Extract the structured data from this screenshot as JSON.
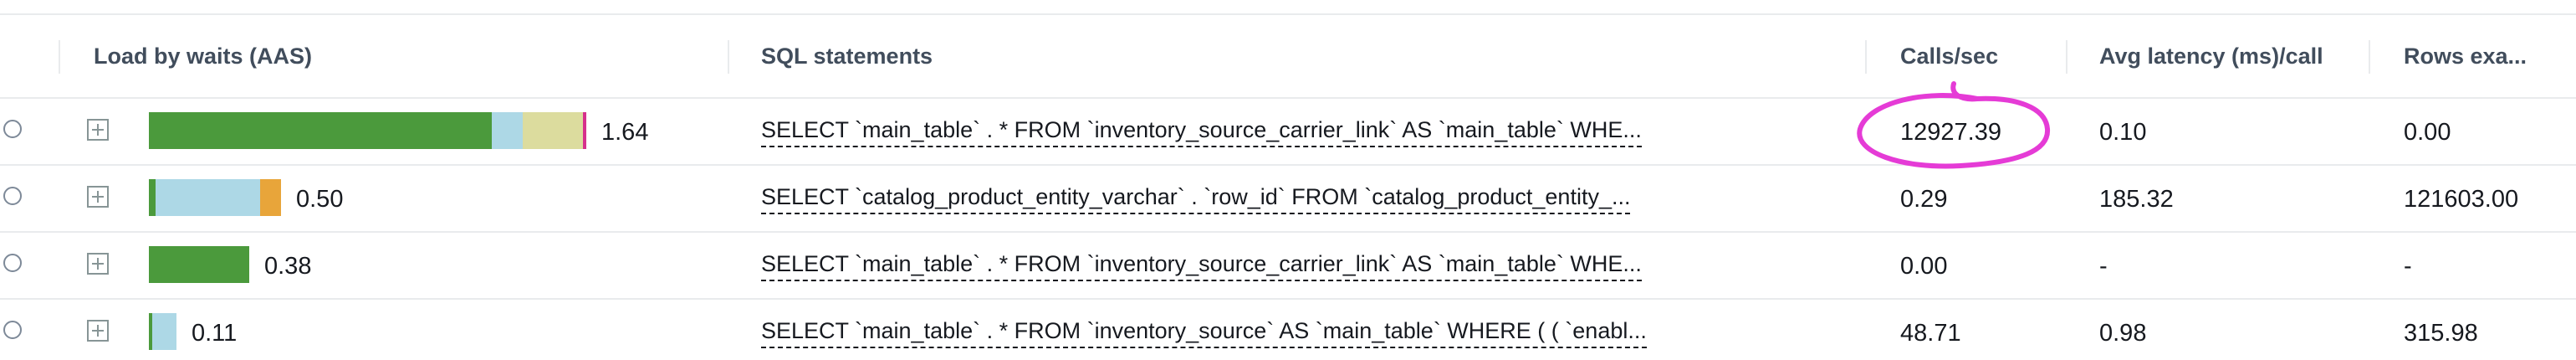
{
  "columns": {
    "load": "Load by waits (AAS)",
    "sql": "SQL statements",
    "calls": "Calls/sec",
    "latency": "Avg latency (ms)/call",
    "rows": "Rows exa..."
  },
  "colors": {
    "cpu": "#4b9a3c",
    "io": "#add8e6",
    "lock": "#dcdc9e",
    "orange": "#e8a53a",
    "pink": "#d6308c",
    "annotation": "#e53bd6"
  },
  "rows": [
    {
      "load_value": "1.64",
      "load_segments": [
        {
          "color": "#4b9a3c",
          "fraction": 0.651
        },
        {
          "color": "#add8e6",
          "fraction": 0.059
        },
        {
          "color": "#dcdc9e",
          "fraction": 0.115
        },
        {
          "color": "#d6308c",
          "fraction": 0.006
        }
      ],
      "sql": "SELECT `main_table` . * FROM `inventory_source_carrier_link` AS `main_table` WHE...",
      "calls": "12927.39",
      "latency": "0.10",
      "rows_examined": "0.00"
    },
    {
      "load_value": "0.50",
      "load_segments": [
        {
          "color": "#4b9a3c",
          "fraction": 0.012
        },
        {
          "color": "#add8e6",
          "fraction": 0.199
        },
        {
          "color": "#e8a53a",
          "fraction": 0.04
        }
      ],
      "sql": "SELECT `catalog_product_entity_varchar` . `row_id` FROM `catalog_product_entity_...",
      "calls": "0.29",
      "latency": "185.32",
      "rows_examined": "121603.00"
    },
    {
      "load_value": "0.38",
      "load_segments": [
        {
          "color": "#4b9a3c",
          "fraction": 0.19
        }
      ],
      "sql": "SELECT `main_table` . * FROM `inventory_source_carrier_link` AS `main_table` WHE...",
      "calls": "0.00",
      "latency": "-",
      "rows_examined": "-"
    },
    {
      "load_value": "0.11",
      "load_segments": [
        {
          "color": "#4b9a3c",
          "fraction": 0.006
        },
        {
          "color": "#add8e6",
          "fraction": 0.046
        }
      ],
      "sql": "SELECT `main_table` . * FROM `inventory_source` AS `main_table` WHERE ( ( `enabl...",
      "calls": "48.71",
      "latency": "0.98",
      "rows_examined": "315.98"
    }
  ]
}
